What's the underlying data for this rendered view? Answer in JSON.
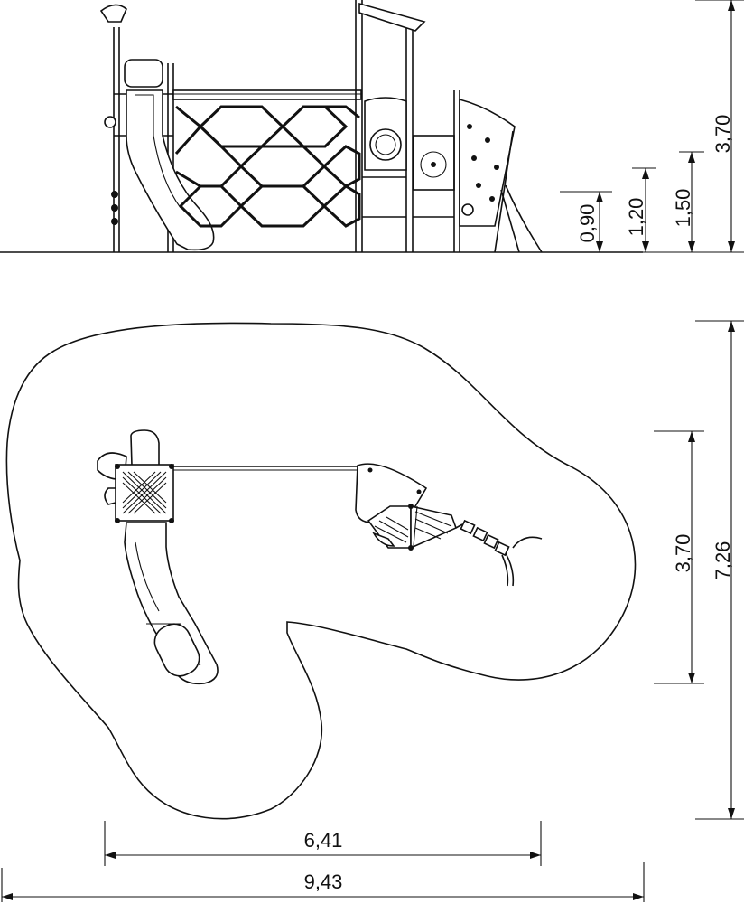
{
  "dimensions": {
    "elevation": {
      "total_height": "3,70",
      "level_1": "1,50",
      "level_2": "1,20",
      "level_3": "0,90"
    },
    "plan": {
      "depth_total": "7,26",
      "depth_equipment": "3,70",
      "width_equipment": "6,41",
      "width_total": "9,43"
    }
  },
  "colors": {
    "line": "#111111",
    "background": "#ffffff",
    "fill_light": "#bcbcbc"
  }
}
